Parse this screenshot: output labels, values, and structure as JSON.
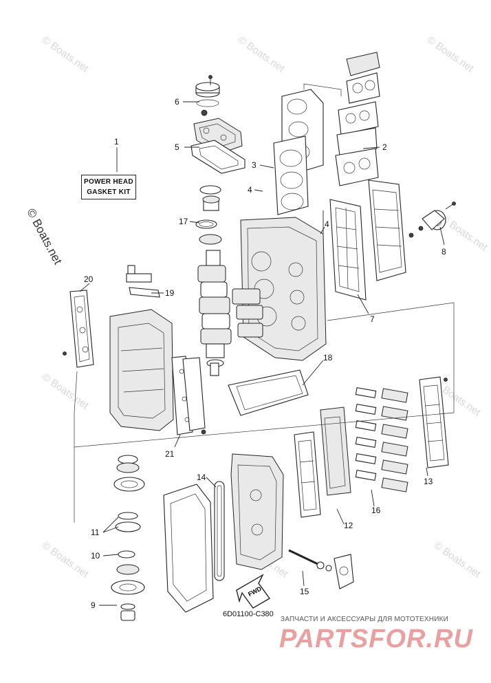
{
  "copyright": "© Boats.net",
  "watermark": "© Boats.net",
  "kit_label": {
    "line1": "POWER HEAD",
    "line2": "GASKET KIT"
  },
  "fwd_label": "FWD",
  "diagram_code": "6D01100-C380",
  "shop": {
    "tagline": "ЗАПЧАСТИ И АКСЕССУАРЫ ДЛЯ МОТОТЕХНИКИ",
    "logo_text": "PARTSFOR.RU",
    "logo_color": "#e8a0a0"
  },
  "callouts": [
    {
      "id": "1",
      "label": "1"
    },
    {
      "id": "2",
      "label": "2"
    },
    {
      "id": "3",
      "label": "3"
    },
    {
      "id": "4a",
      "label": "4"
    },
    {
      "id": "4b",
      "label": "4"
    },
    {
      "id": "5",
      "label": "5"
    },
    {
      "id": "6",
      "label": "6"
    },
    {
      "id": "7",
      "label": "7"
    },
    {
      "id": "8",
      "label": "8"
    },
    {
      "id": "9",
      "label": "9"
    },
    {
      "id": "10",
      "label": "10"
    },
    {
      "id": "11",
      "label": "11"
    },
    {
      "id": "12",
      "label": "12"
    },
    {
      "id": "13",
      "label": "13"
    },
    {
      "id": "14",
      "label": "14"
    },
    {
      "id": "15",
      "label": "15"
    },
    {
      "id": "16",
      "label": "16"
    },
    {
      "id": "17",
      "label": "17"
    },
    {
      "id": "18",
      "label": "18"
    },
    {
      "id": "19",
      "label": "19"
    },
    {
      "id": "20",
      "label": "20"
    },
    {
      "id": "21",
      "label": "21"
    }
  ]
}
